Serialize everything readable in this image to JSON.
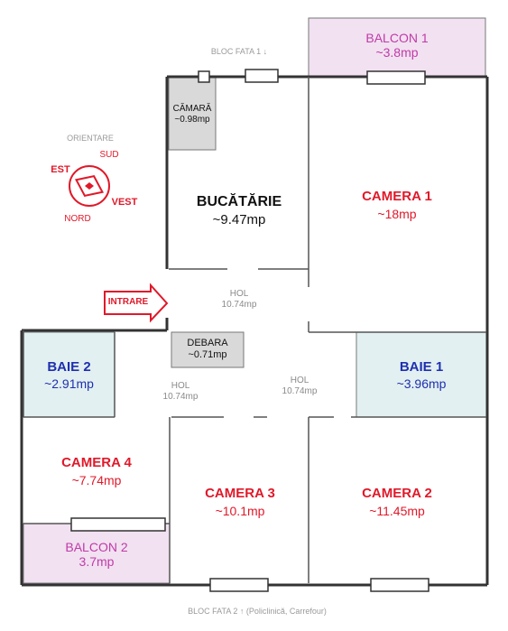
{
  "labels": {
    "top_front": "BLOC FATA 1 ↓",
    "bottom_front": "BLOC FATA 2 ↑ (Policlinică, Carrefour)",
    "orientation": "ORIENTARE",
    "entrance": "INTRARE"
  },
  "compass": {
    "est": "EST",
    "sud": "SUD",
    "vest": "VEST",
    "nord": "NORD"
  },
  "rooms": {
    "balcon1": {
      "name": "BALCON 1",
      "area": "~3.8mp"
    },
    "camara": {
      "name": "CĂMARĂ",
      "area": "~0.98mp"
    },
    "bucatarie": {
      "name": "BUCĂTĂRIE",
      "area": "~9.47mp"
    },
    "camera1": {
      "name": "CAMERA 1",
      "area": "~18mp"
    },
    "hol_main": {
      "name": "HOL",
      "area": "10.74mp"
    },
    "debara": {
      "name": "DEBARA",
      "area": "~0.71mp"
    },
    "baie2": {
      "name": "BAIE 2",
      "area": "~2.91mp"
    },
    "hol_left": {
      "name": "HOL",
      "area": "10.74mp"
    },
    "hol_right": {
      "name": "HOL",
      "area": "10.74mp"
    },
    "baie1": {
      "name": "BAIE 1",
      "area": "~3.96mp"
    },
    "camera4": {
      "name": "CAMERA 4",
      "area": "~7.74mp"
    },
    "camera3": {
      "name": "CAMERA 3",
      "area": "~10.1mp"
    },
    "camera2": {
      "name": "CAMERA 2",
      "area": "~11.45mp"
    },
    "balcon2": {
      "name": "BALCON 2",
      "area": "3.7mp"
    }
  },
  "colors": {
    "wall": "#333333",
    "balcony_fill": "#f1e1f1",
    "bath_fill": "#e2f0f1",
    "storage_fill": "#d9d9d9",
    "accent_red": "#e0192a",
    "accent_blue": "#1f2fb0",
    "accent_pink": "#c13aa8"
  }
}
